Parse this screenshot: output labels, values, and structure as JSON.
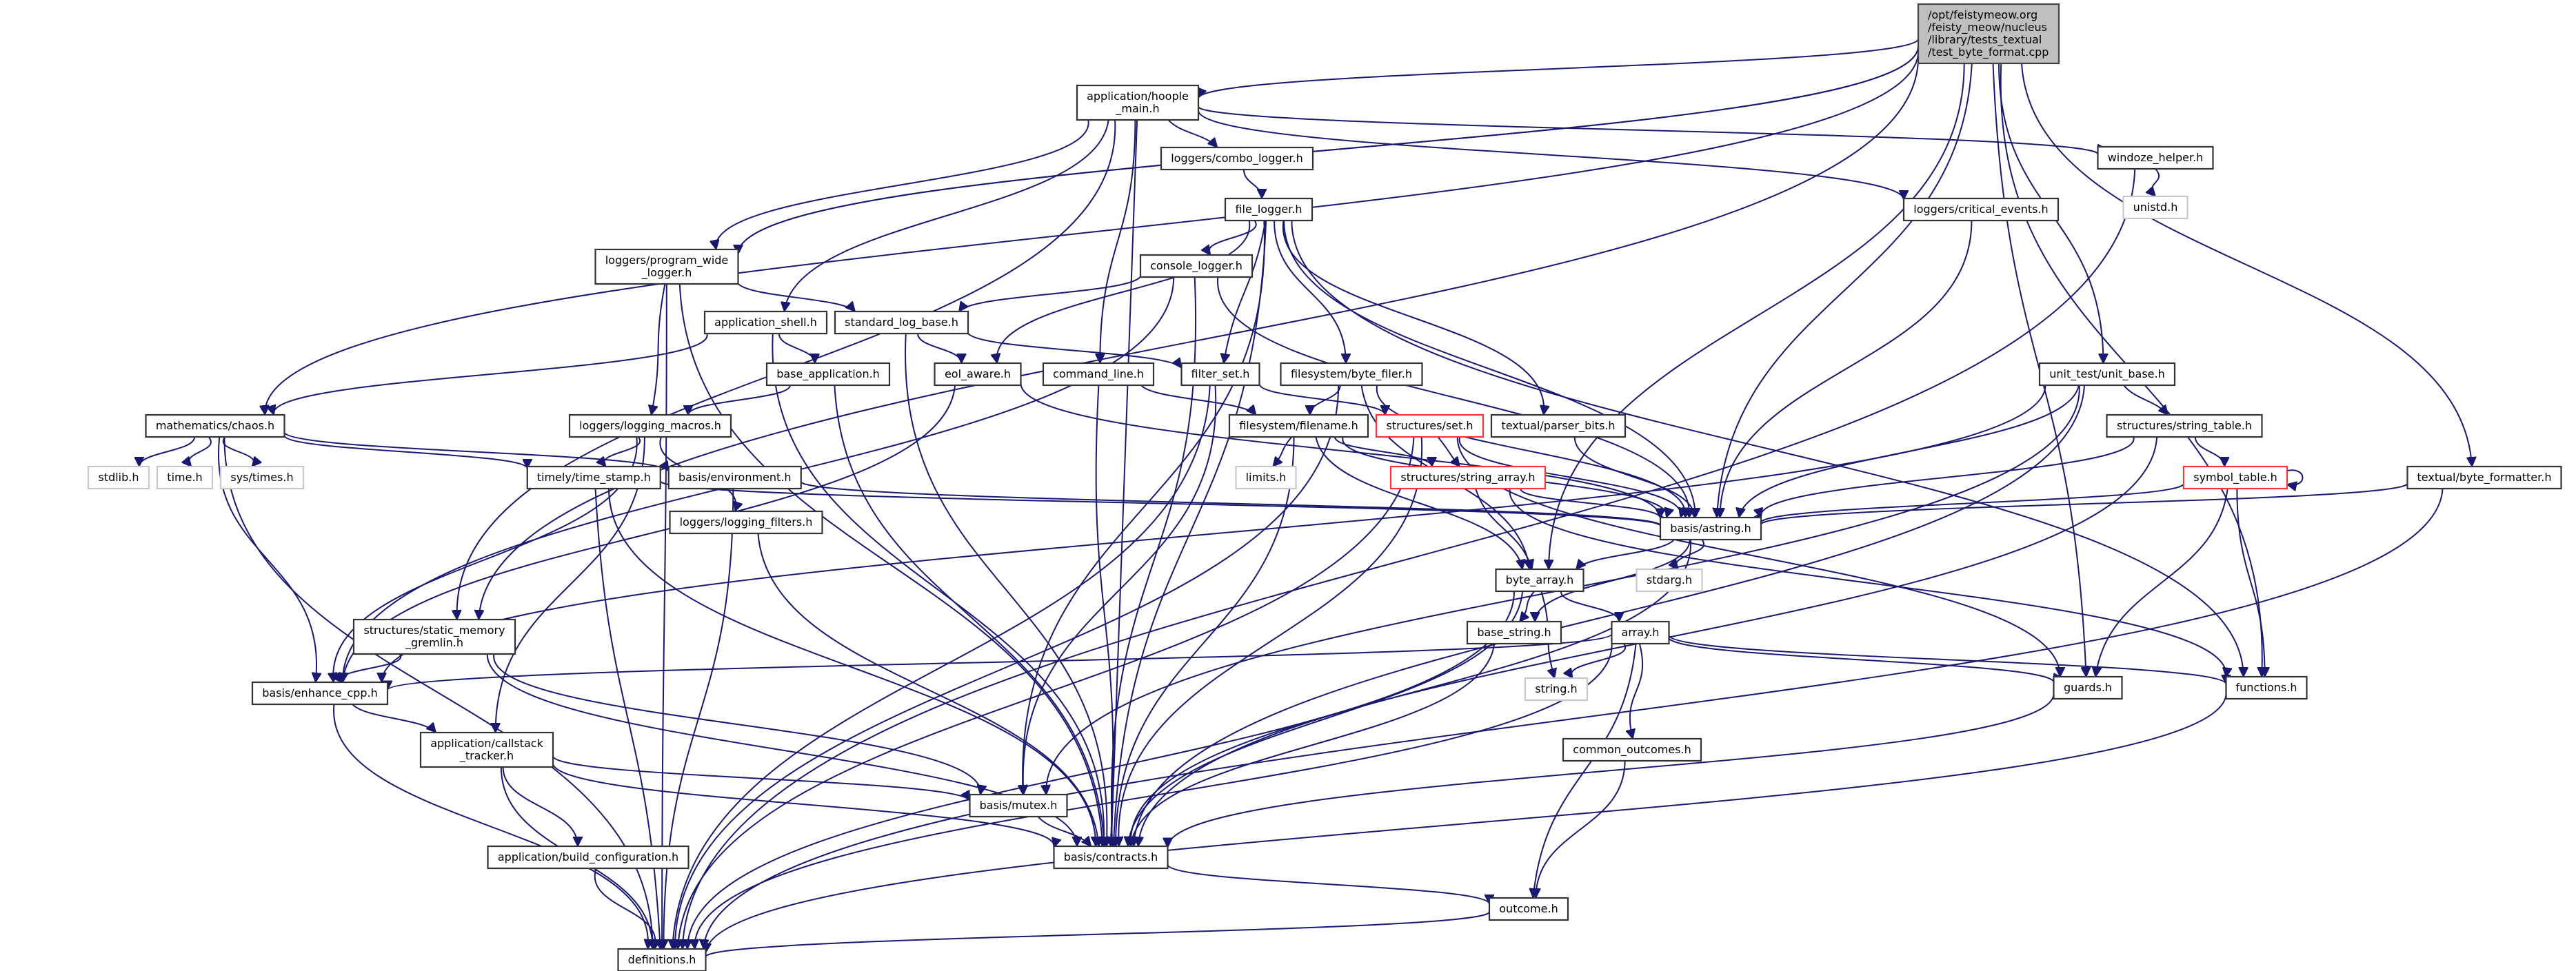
{
  "graph": {
    "title_lines": [
      "/opt/feistymeow.org",
      "/feisty_meow/nucleus",
      "/library/tests_textual",
      "/test_byte_format.cpp"
    ],
    "colors": {
      "edge": "#191970",
      "border": "#333333",
      "system_border": "#c8c8c8",
      "incomplete_border": "#ff3333",
      "root_fill": "#bfbfbf"
    },
    "nodes": [
      {
        "id": "root",
        "lines": [
          "/opt/feistymeow.org",
          "/feisty_meow/nucleus",
          "/library/tests_textual",
          "/test_byte_format.cpp"
        ],
        "kind": "root"
      },
      {
        "id": "hoople_main",
        "lines": [
          "application/hoople",
          "_main.h"
        ],
        "kind": "normal"
      },
      {
        "id": "combo_logger",
        "lines": [
          "loggers/combo_logger.h"
        ],
        "kind": "normal"
      },
      {
        "id": "windoze_helper",
        "lines": [
          "windoze_helper.h"
        ],
        "kind": "normal"
      },
      {
        "id": "unistd",
        "lines": [
          "unistd.h"
        ],
        "kind": "system"
      },
      {
        "id": "file_logger",
        "lines": [
          "file_logger.h"
        ],
        "kind": "normal"
      },
      {
        "id": "critical_events",
        "lines": [
          "loggers/critical_events.h"
        ],
        "kind": "normal"
      },
      {
        "id": "program_wide_logger",
        "lines": [
          "loggers/program_wide",
          "_logger.h"
        ],
        "kind": "normal"
      },
      {
        "id": "console_logger",
        "lines": [
          "console_logger.h"
        ],
        "kind": "normal"
      },
      {
        "id": "application_shell",
        "lines": [
          "application_shell.h"
        ],
        "kind": "normal"
      },
      {
        "id": "standard_log_base",
        "lines": [
          "standard_log_base.h"
        ],
        "kind": "normal"
      },
      {
        "id": "base_application",
        "lines": [
          "base_application.h"
        ],
        "kind": "normal"
      },
      {
        "id": "eol_aware",
        "lines": [
          "eol_aware.h"
        ],
        "kind": "normal"
      },
      {
        "id": "command_line",
        "lines": [
          "command_line.h"
        ],
        "kind": "normal"
      },
      {
        "id": "filter_set",
        "lines": [
          "filter_set.h"
        ],
        "kind": "normal"
      },
      {
        "id": "byte_filer",
        "lines": [
          "filesystem/byte_filer.h"
        ],
        "kind": "normal"
      },
      {
        "id": "unit_base",
        "lines": [
          "unit_test/unit_base.h"
        ],
        "kind": "normal"
      },
      {
        "id": "string_table",
        "lines": [
          "structures/string_table.h"
        ],
        "kind": "normal"
      },
      {
        "id": "symbol_table",
        "lines": [
          "symbol_table.h"
        ],
        "kind": "incomplete"
      },
      {
        "id": "byte_formatter",
        "lines": [
          "textual/byte_formatter.h"
        ],
        "kind": "normal"
      },
      {
        "id": "chaos",
        "lines": [
          "mathematics/chaos.h"
        ],
        "kind": "normal"
      },
      {
        "id": "stdlib",
        "lines": [
          "stdlib.h"
        ],
        "kind": "system"
      },
      {
        "id": "time",
        "lines": [
          "time.h"
        ],
        "kind": "system"
      },
      {
        "id": "sys_times",
        "lines": [
          "sys/times.h"
        ],
        "kind": "system"
      },
      {
        "id": "logging_macros",
        "lines": [
          "loggers/logging_macros.h"
        ],
        "kind": "normal"
      },
      {
        "id": "time_stamp",
        "lines": [
          "timely/time_stamp.h"
        ],
        "kind": "normal"
      },
      {
        "id": "environment",
        "lines": [
          "basis/environment.h"
        ],
        "kind": "normal"
      },
      {
        "id": "logging_filters",
        "lines": [
          "loggers/logging_filters.h"
        ],
        "kind": "normal"
      },
      {
        "id": "filename",
        "lines": [
          "filesystem/filename.h"
        ],
        "kind": "normal"
      },
      {
        "id": "limits",
        "lines": [
          "limits.h"
        ],
        "kind": "system"
      },
      {
        "id": "set",
        "lines": [
          "structures/set.h"
        ],
        "kind": "incomplete"
      },
      {
        "id": "string_array",
        "lines": [
          "structures/string_array.h"
        ],
        "kind": "incomplete"
      },
      {
        "id": "parser_bits",
        "lines": [
          "textual/parser_bits.h"
        ],
        "kind": "normal"
      },
      {
        "id": "astring",
        "lines": [
          "basis/astring.h"
        ],
        "kind": "normal"
      },
      {
        "id": "stdarg",
        "lines": [
          "stdarg.h"
        ],
        "kind": "system"
      },
      {
        "id": "byte_array",
        "lines": [
          "byte_array.h"
        ],
        "kind": "normal"
      },
      {
        "id": "base_string",
        "lines": [
          "base_string.h"
        ],
        "kind": "normal"
      },
      {
        "id": "array",
        "lines": [
          "array.h"
        ],
        "kind": "normal"
      },
      {
        "id": "string_h",
        "lines": [
          "string.h"
        ],
        "kind": "system"
      },
      {
        "id": "guards",
        "lines": [
          "guards.h"
        ],
        "kind": "normal"
      },
      {
        "id": "functions",
        "lines": [
          "functions.h"
        ],
        "kind": "normal"
      },
      {
        "id": "common_outcomes",
        "lines": [
          "common_outcomes.h"
        ],
        "kind": "normal"
      },
      {
        "id": "static_memory_gremlin",
        "lines": [
          "structures/static_memory",
          "_gremlin.h"
        ],
        "kind": "normal"
      },
      {
        "id": "enhance_cpp",
        "lines": [
          "basis/enhance_cpp.h"
        ],
        "kind": "normal"
      },
      {
        "id": "callstack_tracker",
        "lines": [
          "application/callstack",
          "_tracker.h"
        ],
        "kind": "normal"
      },
      {
        "id": "mutex",
        "lines": [
          "basis/mutex.h"
        ],
        "kind": "normal"
      },
      {
        "id": "build_configuration",
        "lines": [
          "application/build_configuration.h"
        ],
        "kind": "normal"
      },
      {
        "id": "contracts",
        "lines": [
          "basis/contracts.h"
        ],
        "kind": "normal"
      },
      {
        "id": "outcome",
        "lines": [
          "outcome.h"
        ],
        "kind": "normal"
      },
      {
        "id": "definitions",
        "lines": [
          "definitions.h"
        ],
        "kind": "normal"
      }
    ],
    "edges": [
      [
        "root",
        "hoople_main"
      ],
      [
        "root",
        "program_wide_logger"
      ],
      [
        "root",
        "chaos"
      ],
      [
        "root",
        "static_memory_gremlin"
      ],
      [
        "root",
        "unit_base"
      ],
      [
        "root",
        "byte_formatter"
      ],
      [
        "root",
        "astring"
      ],
      [
        "root",
        "byte_array"
      ],
      [
        "root",
        "guards"
      ],
      [
        "root",
        "functions"
      ],
      [
        "root",
        "program_wide_logger"
      ],
      [
        "hoople_main",
        "combo_logger"
      ],
      [
        "hoople_main",
        "windoze_helper"
      ],
      [
        "hoople_main",
        "critical_events"
      ],
      [
        "hoople_main",
        "program_wide_logger"
      ],
      [
        "hoople_main",
        "application_shell"
      ],
      [
        "hoople_main",
        "command_line"
      ],
      [
        "hoople_main",
        "static_memory_gremlin"
      ],
      [
        "hoople_main",
        "contracts"
      ],
      [
        "combo_logger",
        "file_logger"
      ],
      [
        "windoze_helper",
        "unistd"
      ],
      [
        "windoze_helper",
        "definitions"
      ],
      [
        "critical_events",
        "astring"
      ],
      [
        "file_logger",
        "console_logger"
      ],
      [
        "file_logger",
        "filter_set"
      ],
      [
        "file_logger",
        "byte_filer"
      ],
      [
        "file_logger",
        "eol_aware"
      ],
      [
        "file_logger",
        "parser_bits"
      ],
      [
        "file_logger",
        "astring"
      ],
      [
        "file_logger",
        "mutex"
      ],
      [
        "file_logger",
        "contracts"
      ],
      [
        "file_logger",
        "functions"
      ],
      [
        "program_wide_logger",
        "standard_log_base"
      ],
      [
        "program_wide_logger",
        "logging_macros"
      ],
      [
        "program_wide_logger",
        "definitions"
      ],
      [
        "program_wide_logger",
        "contracts"
      ],
      [
        "console_logger",
        "standard_log_base"
      ],
      [
        "console_logger",
        "enhance_cpp"
      ],
      [
        "console_logger",
        "contracts"
      ],
      [
        "console_logger",
        "astring"
      ],
      [
        "application_shell",
        "base_application"
      ],
      [
        "application_shell",
        "chaos"
      ],
      [
        "application_shell",
        "contracts"
      ],
      [
        "standard_log_base",
        "eol_aware"
      ],
      [
        "standard_log_base",
        "filter_set"
      ],
      [
        "standard_log_base",
        "contracts"
      ],
      [
        "base_application",
        "logging_macros"
      ],
      [
        "base_application",
        "contracts"
      ],
      [
        "eol_aware",
        "enhance_cpp"
      ],
      [
        "eol_aware",
        "astring"
      ],
      [
        "command_line",
        "filename"
      ],
      [
        "command_line",
        "contracts"
      ],
      [
        "filter_set",
        "set"
      ],
      [
        "filter_set",
        "mutex"
      ],
      [
        "filter_set",
        "definitions"
      ],
      [
        "byte_filer",
        "filename"
      ],
      [
        "byte_filer",
        "byte_array"
      ],
      [
        "byte_filer",
        "astring"
      ],
      [
        "byte_filer",
        "definitions"
      ],
      [
        "unit_base",
        "string_table"
      ],
      [
        "unit_base",
        "astring"
      ],
      [
        "unit_base",
        "enhance_cpp"
      ],
      [
        "unit_base",
        "mutex"
      ],
      [
        "unit_base",
        "contracts"
      ],
      [
        "string_table",
        "symbol_table"
      ],
      [
        "string_table",
        "astring"
      ],
      [
        "string_table",
        "contracts"
      ],
      [
        "symbol_table",
        "symbol_table"
      ],
      [
        "symbol_table",
        "astring"
      ],
      [
        "symbol_table",
        "guards"
      ],
      [
        "symbol_table",
        "functions"
      ],
      [
        "byte_formatter",
        "astring"
      ],
      [
        "byte_formatter",
        "definitions"
      ],
      [
        "chaos",
        "stdlib"
      ],
      [
        "chaos",
        "time"
      ],
      [
        "chaos",
        "sys_times"
      ],
      [
        "chaos",
        "time_stamp"
      ],
      [
        "chaos",
        "environment"
      ],
      [
        "chaos",
        "enhance_cpp"
      ],
      [
        "chaos",
        "definitions"
      ],
      [
        "logging_macros",
        "time_stamp"
      ],
      [
        "logging_macros",
        "logging_filters"
      ],
      [
        "logging_macros",
        "callstack_tracker"
      ],
      [
        "logging_macros",
        "enhance_cpp"
      ],
      [
        "time_stamp",
        "astring"
      ],
      [
        "time_stamp",
        "contracts"
      ],
      [
        "time_stamp",
        "definitions"
      ],
      [
        "environment",
        "astring"
      ],
      [
        "environment",
        "definitions"
      ],
      [
        "logging_filters",
        "contracts"
      ],
      [
        "filename",
        "limits"
      ],
      [
        "filename",
        "string_array"
      ],
      [
        "filename",
        "byte_array"
      ],
      [
        "filename",
        "astring"
      ],
      [
        "filename",
        "contracts"
      ],
      [
        "set",
        "string_array"
      ],
      [
        "set",
        "astring"
      ],
      [
        "set",
        "guards"
      ],
      [
        "set",
        "contracts"
      ],
      [
        "set",
        "definitions"
      ],
      [
        "string_array",
        "astring"
      ],
      [
        "string_array",
        "byte_array"
      ],
      [
        "string_array",
        "functions"
      ],
      [
        "parser_bits",
        "astring"
      ],
      [
        "astring",
        "stdarg"
      ],
      [
        "astring",
        "byte_array"
      ],
      [
        "astring",
        "base_string"
      ],
      [
        "astring",
        "contracts"
      ],
      [
        "byte_array",
        "base_string"
      ],
      [
        "byte_array",
        "array"
      ],
      [
        "byte_array",
        "string_h"
      ],
      [
        "byte_array",
        "contracts"
      ],
      [
        "byte_array",
        "definitions"
      ],
      [
        "array",
        "string_h"
      ],
      [
        "array",
        "guards"
      ],
      [
        "array",
        "functions"
      ],
      [
        "array",
        "common_outcomes"
      ],
      [
        "array",
        "outcome"
      ],
      [
        "array",
        "enhance_cpp"
      ],
      [
        "array",
        "definitions"
      ],
      [
        "base_string",
        "contracts"
      ],
      [
        "common_outcomes",
        "outcome"
      ],
      [
        "static_memory_gremlin",
        "enhance_cpp"
      ],
      [
        "static_memory_gremlin",
        "mutex"
      ],
      [
        "static_memory_gremlin",
        "contracts"
      ],
      [
        "enhance_cpp",
        "callstack_tracker"
      ],
      [
        "enhance_cpp",
        "definitions"
      ],
      [
        "callstack_tracker",
        "build_configuration"
      ],
      [
        "callstack_tracker",
        "mutex"
      ],
      [
        "callstack_tracker",
        "contracts"
      ],
      [
        "callstack_tracker",
        "definitions"
      ],
      [
        "mutex",
        "contracts"
      ],
      [
        "build_configuration",
        "definitions"
      ],
      [
        "contracts",
        "outcome"
      ],
      [
        "outcome",
        "definitions"
      ],
      [
        "functions",
        "definitions"
      ],
      [
        "guards",
        "contracts"
      ]
    ]
  }
}
